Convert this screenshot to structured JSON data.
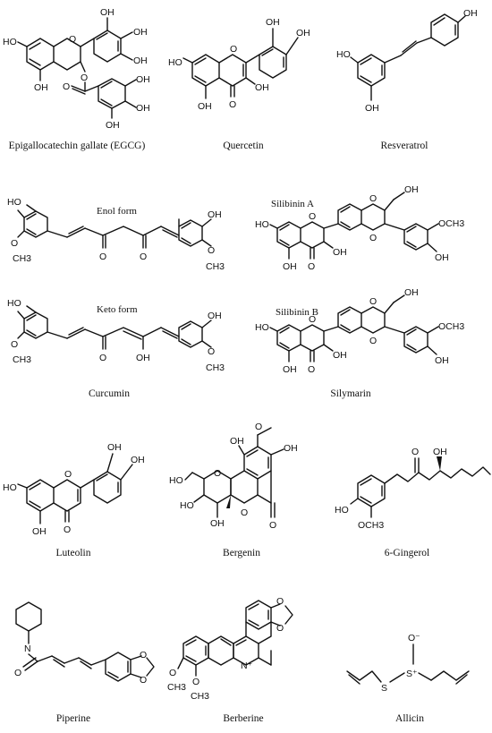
{
  "compounds": [
    {
      "id": "egcg",
      "name": "Epigallocatechin gallate (EGCG)"
    },
    {
      "id": "quercetin",
      "name": "Quercetin"
    },
    {
      "id": "resveratrol",
      "name": "Resveratrol"
    },
    {
      "id": "curcumin",
      "name": "Curcumin",
      "forms": [
        "Enol form",
        "Keto form"
      ]
    },
    {
      "id": "silymarin",
      "name": "Silymarin",
      "forms": [
        "Silibinin A",
        "Silibinin B"
      ]
    },
    {
      "id": "luteolin",
      "name": "Luteolin"
    },
    {
      "id": "bergenin",
      "name": "Bergenin"
    },
    {
      "id": "gingerol",
      "name": "6-Gingerol"
    },
    {
      "id": "piperine",
      "name": "Piperine"
    },
    {
      "id": "berberine",
      "name": "Berberine"
    },
    {
      "id": "allicin",
      "name": "Allicin"
    }
  ],
  "atoms": {
    "OH": "OH",
    "O": "O",
    "HO": "HO",
    "N": "N",
    "S": "S",
    "CH3": "CH3",
    "OCH3": "OCH3",
    "O_minus": "O⁻",
    "S_plus": "S⁺",
    "N_plus": "N⁺"
  }
}
